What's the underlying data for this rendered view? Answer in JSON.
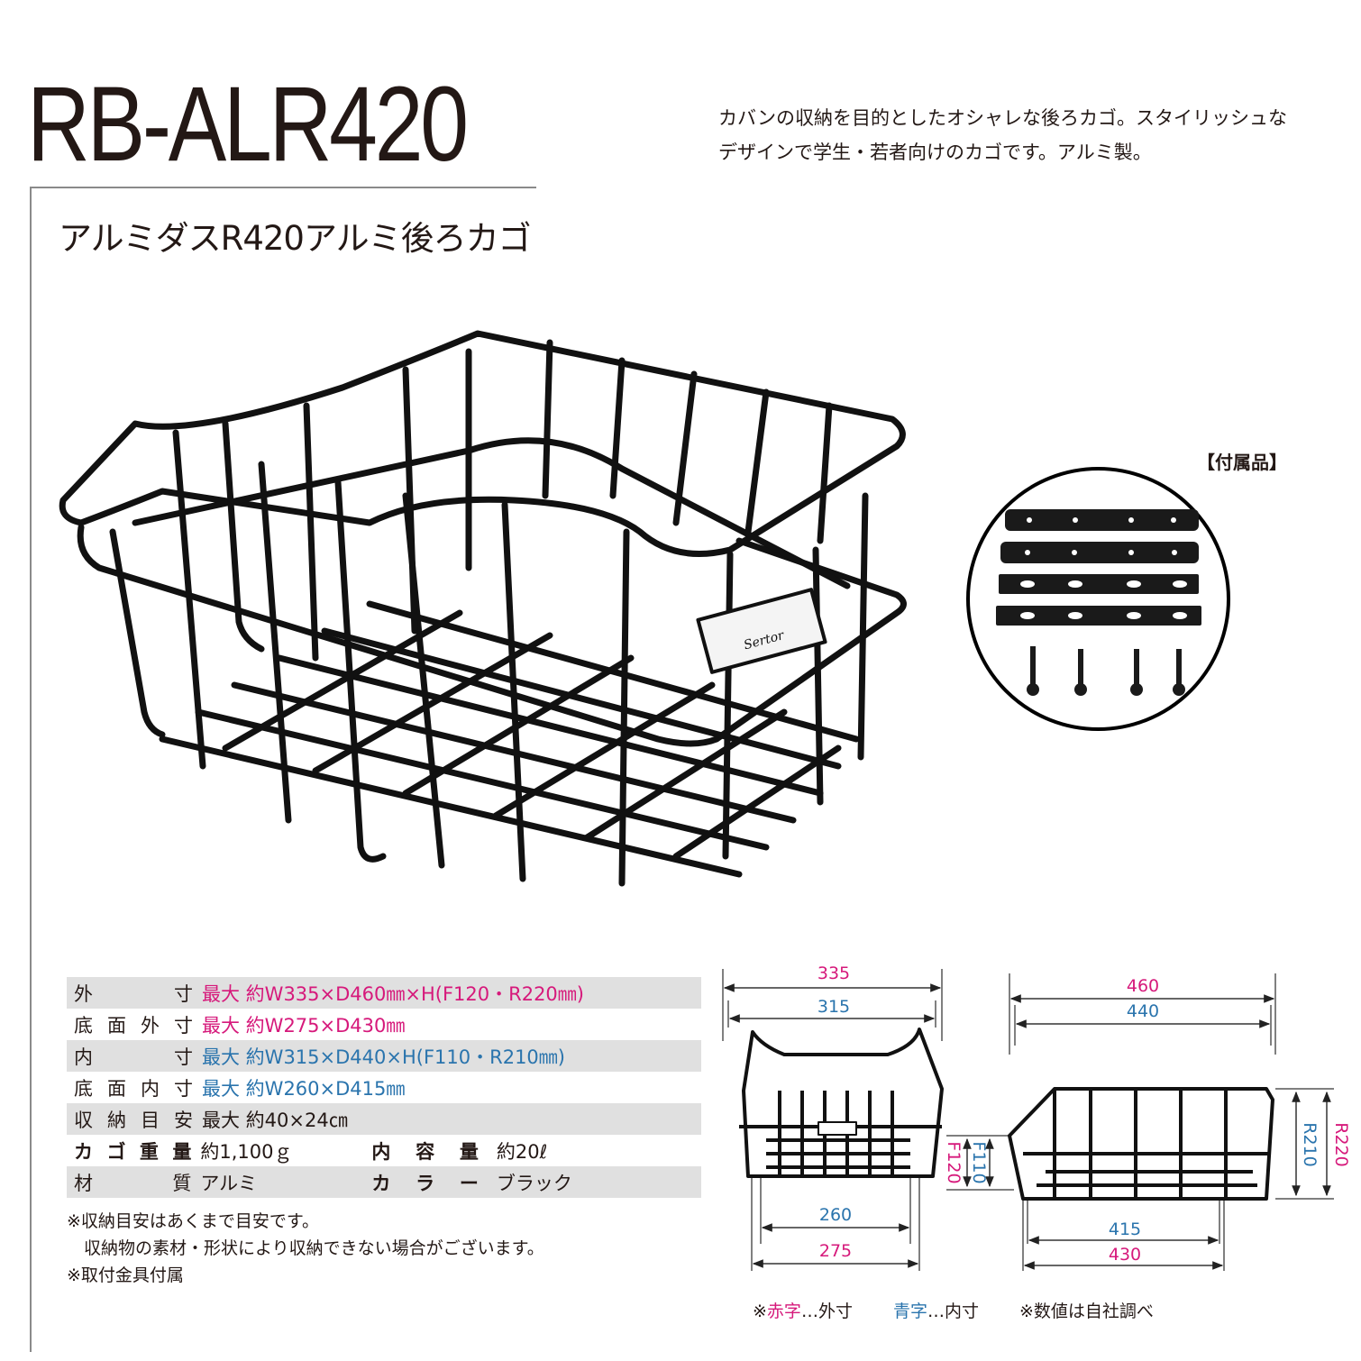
{
  "header": {
    "model": "RB-ALR420",
    "description_lines": [
      "カバンの収納を目的としたオシャレな後ろカゴ。スタイリッシュな",
      "デザインで学生・若者向けのカゴです。アルミ製。"
    ],
    "product_name": "アルミダスR420アルミ後ろカゴ"
  },
  "accessories": {
    "label": "【付属品】",
    "items": [
      "bracket-plate",
      "bracket-plate",
      "flat-plate",
      "flat-plate",
      "bolt",
      "bolt",
      "bolt",
      "bolt"
    ]
  },
  "basket_badge": "Sertor",
  "specs": {
    "rows": [
      {
        "key": [
          "外",
          "寸"
        ],
        "value": "最大 約W335×D460㎜×H(F120・R220㎜)",
        "color": "red",
        "shade": true
      },
      {
        "key": [
          "底",
          "面",
          "外",
          "寸"
        ],
        "value": "最大 約W275×D430㎜",
        "color": "red",
        "shade": false
      },
      {
        "key": [
          "内",
          "寸"
        ],
        "value": "最大 約W315×D440×H(F110・R210㎜)",
        "color": "blue",
        "shade": true
      },
      {
        "key": [
          "底",
          "面",
          "内",
          "寸"
        ],
        "value": "最大 約W260×D415㎜",
        "color": "blue",
        "shade": false
      },
      {
        "key": [
          "収",
          "納",
          "目",
          "安"
        ],
        "value": "最大 約40×24㎝",
        "color": "black",
        "shade": true
      },
      {
        "key": [
          "カ",
          "ゴ",
          "重",
          "量"
        ],
        "value": "約1,100ｇ",
        "key2": [
          "内",
          "容",
          "量"
        ],
        "value2": "約20ℓ",
        "color": "black",
        "shade": false
      },
      {
        "key": [
          "材",
          "質"
        ],
        "value": "アルミ",
        "key2": [
          "カ",
          "ラ",
          "ー"
        ],
        "value2": "ブラック",
        "color": "black",
        "shade": true
      }
    ]
  },
  "notes": [
    "※収納目安はあくまで目安です。",
    "　収納物の素材・形状により収納できない場合がございます。",
    "※取付金具付属"
  ],
  "dimensions": {
    "front_view": {
      "outer_width": "335",
      "inner_width": "315",
      "inner_bottom": "260",
      "outer_bottom": "275"
    },
    "side_view": {
      "outer_depth": "460",
      "inner_depth": "440",
      "inner_bottom": "415",
      "outer_bottom": "430",
      "front_outer_h": "F120",
      "front_inner_h": "F110",
      "rear_inner_h": "R210",
      "rear_outer_h": "R220"
    }
  },
  "legend": {
    "prefix": "※",
    "red_text": "赤字",
    "red_meaning": "…外寸",
    "blue_text": "青字",
    "blue_meaning": "…内寸",
    "note": "※数値は自社調べ"
  },
  "colors": {
    "red": "#d6197b",
    "blue": "#2a74ad",
    "text": "#231815",
    "shade": "#e0e0e0"
  }
}
